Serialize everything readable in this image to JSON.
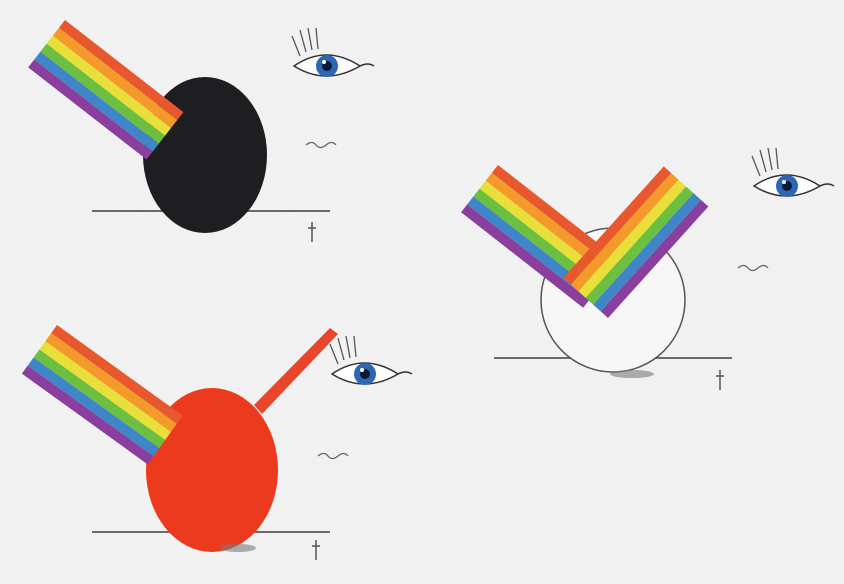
{
  "palette": {
    "paper": "#f3f3f4",
    "rainbow": [
      "#e8582e",
      "#f39a2a",
      "#e9df3a",
      "#6cbf3f",
      "#3f86c8",
      "#8a3f9e"
    ],
    "black_object": "#1e1e20",
    "red_object": "#ec3a1f",
    "white_object": "#f7f7f7",
    "iris": "#2f66b3",
    "outline": "#555555"
  },
  "panels": [
    {
      "id": "black-object",
      "object": "black-disc",
      "reflection": "none",
      "icon": "eye-icon"
    },
    {
      "id": "red-object",
      "object": "red-disc",
      "reflection": "red-only",
      "icon": "eye-icon"
    },
    {
      "id": "white-object",
      "object": "white-disc",
      "reflection": "all-colours",
      "icon": "eye-icon"
    }
  ],
  "handwriting": {
    "note_marks": [
      "~",
      "~",
      "~"
    ],
    "axis_marks": [
      "f",
      "f",
      "f"
    ]
  }
}
